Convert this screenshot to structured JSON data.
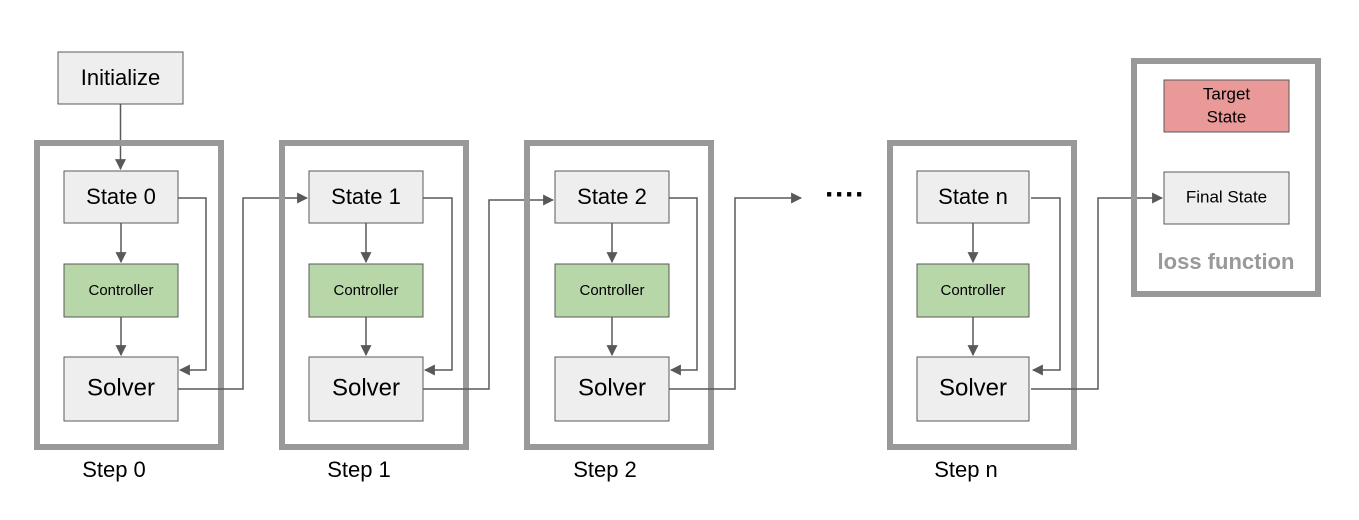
{
  "initialize": {
    "label": "Initialize"
  },
  "steps": [
    {
      "state": "State 0",
      "controller": "Controller",
      "solver": "Solver",
      "label": "Step 0"
    },
    {
      "state": "State 1",
      "controller": "Controller",
      "solver": "Solver",
      "label": "Step 1"
    },
    {
      "state": "State 2",
      "controller": "Controller",
      "solver": "Solver",
      "label": "Step 2"
    },
    {
      "state": "State n",
      "controller": "Controller",
      "solver": "Solver",
      "label": "Step n"
    }
  ],
  "ellipsis": "····",
  "loss": {
    "target_line1": "Target",
    "target_line2": "State",
    "final_state": "Final State",
    "label": "loss function"
  },
  "colors": {
    "box_fill": "#eeeeee",
    "controller_fill": "#b7d7a8",
    "target_fill": "#ea9999",
    "frame": "#999999",
    "arrow": "#595959"
  }
}
